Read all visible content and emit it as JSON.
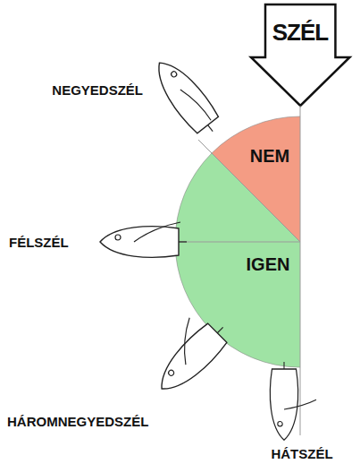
{
  "diagram": {
    "nodes": [
      {
        "text": [
          "SZÉL"
        ]
      },
      {
        "text": [
          "NEM"
        ]
      },
      {
        "text": [
          "IGEN"
        ]
      }
    ],
    "labels": [
      "NEGYEDSZÉL",
      "FÉLSZÉL",
      "HÁROMNEGYEDSZÉL",
      "HÁTSZÉL"
    ]
  }
}
